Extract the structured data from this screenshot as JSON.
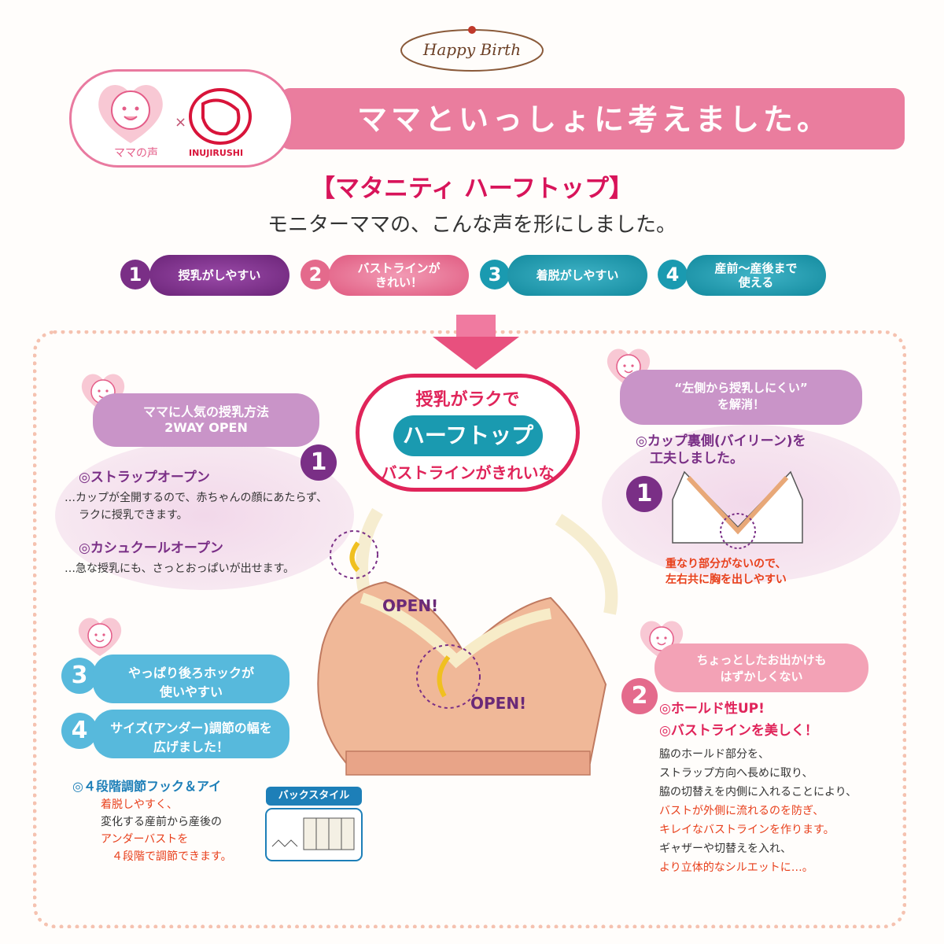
{
  "brand": {
    "logo_text": "Happy Birth"
  },
  "header": {
    "voice_label": "ママの声",
    "times": "×",
    "brand_label": "INUJIRUSHI",
    "title": "ママといっしょに考えました。"
  },
  "product": {
    "title": "【マタニティ ハーフトップ】",
    "subtitle": "モニターママの、こんな声を形にしました。"
  },
  "features": [
    {
      "num": "1",
      "label": "授乳がしやすい",
      "color": "#7a2f86"
    },
    {
      "num": "2",
      "label": "バストラインが\nきれい！",
      "color": "#e46a8c"
    },
    {
      "num": "3",
      "label": "着脱がしやすい",
      "color": "#1a9ab0"
    },
    {
      "num": "4",
      "label": "産前〜産後まで\n使える",
      "color": "#1a9ab0"
    }
  ],
  "center": {
    "top": "授乳がラクで",
    "pill": "ハーフトップ",
    "bottom": "バストラインがきれいな"
  },
  "left_top": {
    "pill_line1": "ママに人気の授乳方法",
    "pill_line2": "2WAY OPEN",
    "num": "1",
    "strap_title": "◎ストラップオープン",
    "strap_body1": "…カップが全開するので、赤ちゃんの顔にあたらず、",
    "strap_body2": "ラクに授乳できます。",
    "cross_title": "◎カシュクールオープン",
    "cross_body": "…急な授乳にも、さっとおっぱいが出せます。"
  },
  "right_top": {
    "pill_line1": "“左側から授乳しにくい”",
    "pill_line2": "を解消！",
    "title1": "◎カップ裏側(バイリーン)を",
    "title2": "工夫しました。",
    "num": "1",
    "note1": "重なり部分がないので、",
    "note2": "左右共に胸を出しやすい"
  },
  "open_labels": {
    "upper": "OPEN!",
    "lower": "OPEN!"
  },
  "left_bottom": {
    "num3": "3",
    "pill3_line1": "やっぱり後ろホックが",
    "pill3_line2": "使いやすい",
    "num4": "4",
    "pill4_line1": "サイズ(アンダー)調節の幅を",
    "pill4_line2": "広げました！",
    "hook_title": "◎４段階調節フック＆アイ",
    "hook_body1": "着脱しやすく、",
    "hook_body2": "変化する産前から産後の",
    "hook_body3": "アンダーバストを",
    "hook_body4": "４段階で調節できます。",
    "back_style": "バックスタイル"
  },
  "right_bottom": {
    "pill_line1": "ちょっとしたお出かけも",
    "pill_line2": "はずかしくない",
    "num": "2",
    "title1": "◎ホールド性UP!",
    "title2": "◎バストラインを美しく！",
    "body1": "脇のホールド部分を、",
    "body2": "ストラップ方向へ長めに取り、",
    "body3": "脇の切替えを内側に入れることにより、",
    "body4": "バストが外側に流れるのを防ぎ、",
    "body5": "キレイなバストラインを作ります。",
    "body6": "ギャザーや切替えを入れ、",
    "body7": "より立体的なシルエットに…。"
  }
}
